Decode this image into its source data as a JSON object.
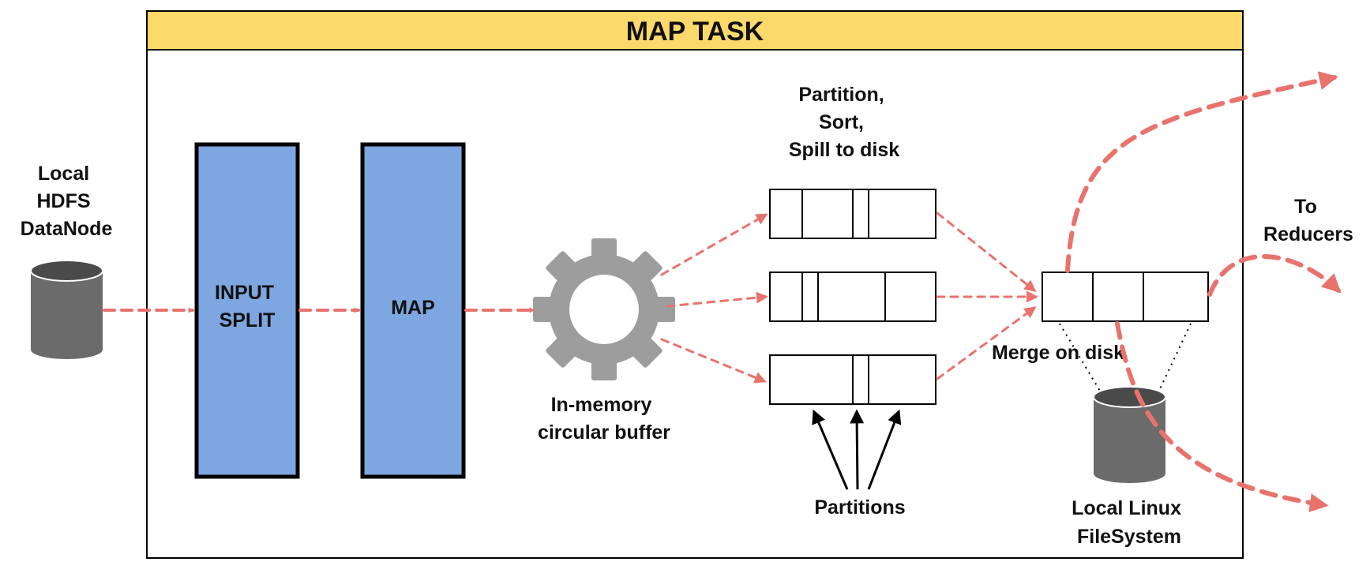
{
  "title": "MAP TASK",
  "source": {
    "lines": [
      "Local",
      "HDFS",
      "DataNode"
    ]
  },
  "blocks": {
    "input_split": [
      "INPUT",
      "SPLIT"
    ],
    "map": "MAP"
  },
  "buffer": {
    "lines": [
      "In-memory",
      "circular buffer"
    ]
  },
  "spill": {
    "lines": [
      "Partition,",
      "Sort,",
      "Spill to disk"
    ]
  },
  "partitions_label": "Partitions",
  "merge_label": "Merge on disk",
  "local_fs": {
    "lines": [
      "Local Linux",
      "FileSystem"
    ]
  },
  "to_reducers": {
    "lines": [
      "To",
      "Reducers"
    ]
  },
  "colors": {
    "header": "#fcd96b",
    "block": "#7ea6e0",
    "arrow": "#e8736c",
    "cylinder": "#6b6b6b",
    "gear": "#9d9d9d"
  },
  "icons": [
    "database-cylinder-icon",
    "gear-icon"
  ]
}
